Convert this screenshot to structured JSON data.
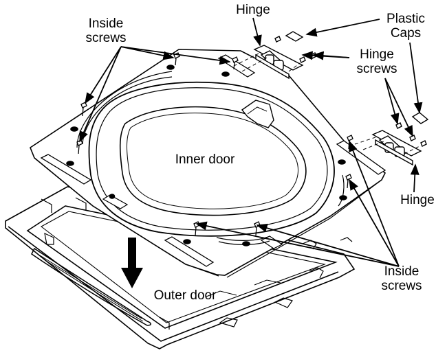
{
  "labels": {
    "inside_screws_top_left": [
      "Inside",
      "screws"
    ],
    "hinge_top": "Hinge",
    "plastic_caps": [
      "Plastic",
      "Caps"
    ],
    "hinge_screws": [
      "Hinge",
      "screws"
    ],
    "hinge_right": "Hinge",
    "inside_screws_bottom_right": [
      "Inside",
      "screws"
    ],
    "inner_door": "Inner door",
    "outer_door": "Outer door"
  },
  "colors": {
    "line": "#000000",
    "background": "#ffffff"
  }
}
